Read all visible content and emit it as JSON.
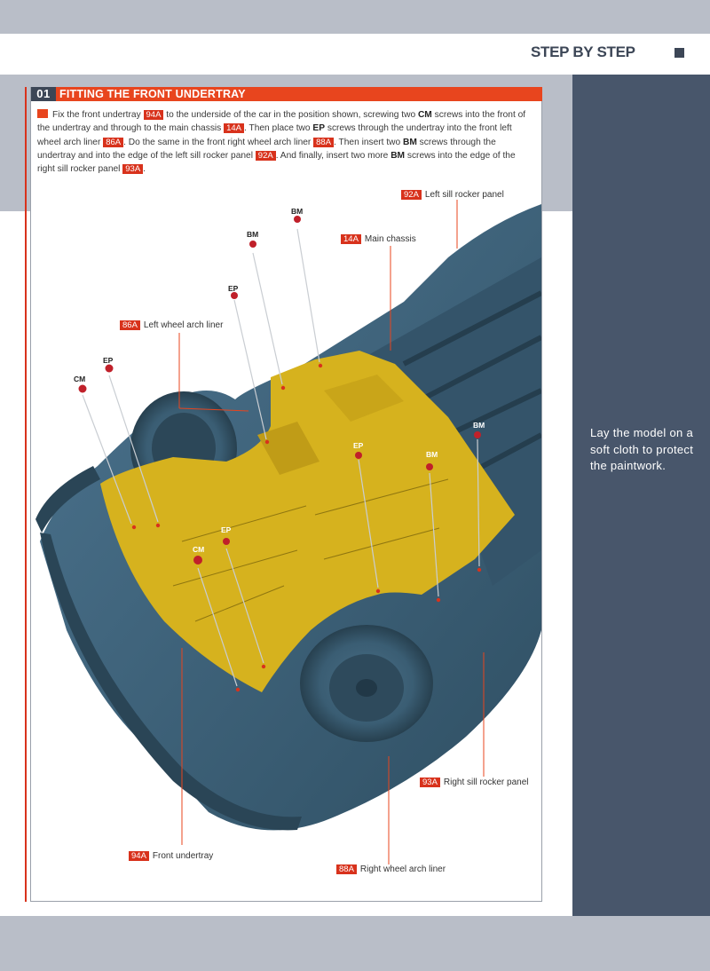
{
  "header": {
    "title": "STEP BY STEP"
  },
  "step": {
    "number": "01",
    "title": "FITTING THE FRONT UNDERTRAY",
    "instructions": [
      {
        "t": "Fix the front undertray "
      },
      {
        "tag": "94A"
      },
      {
        "t": " to the underside of the car in the position shown, screwing two "
      },
      {
        "b": "CM"
      },
      {
        "t": " screws into the front of the undertray and through to the main chassis "
      },
      {
        "tag": "14A"
      },
      {
        "t": ". Then place two "
      },
      {
        "b": "EP"
      },
      {
        "t": " screws through the undertray into the front left wheel arch liner "
      },
      {
        "tag": "86A"
      },
      {
        "t": ". Do the same in the front right wheel arch liner "
      },
      {
        "tag": "88A"
      },
      {
        "t": ". Then insert two "
      },
      {
        "b": "BM"
      },
      {
        "t": " screws through the undertray and into the edge of the left sill rocker panel "
      },
      {
        "tag": "92A"
      },
      {
        "t": ". And finally, insert two more "
      },
      {
        "b": "BM"
      },
      {
        "t": " screws into the edge of the right sill rocker panel "
      },
      {
        "tag": "93A"
      },
      {
        "t": "."
      }
    ]
  },
  "parts": {
    "left_sill": {
      "code": "92A",
      "name": "Left sill rocker panel"
    },
    "main_chassis": {
      "code": "14A",
      "name": "Main chassis"
    },
    "left_arch": {
      "code": "86A",
      "name": "Left wheel arch liner"
    },
    "right_sill": {
      "code": "93A",
      "name": "Right sill rocker panel"
    },
    "undertray": {
      "code": "94A",
      "name": "Front undertray"
    },
    "right_arch": {
      "code": "88A",
      "name": "Right wheel arch liner"
    }
  },
  "screws": {
    "bm_top_right": "BM",
    "bm_top_left": "BM",
    "ep_top": "EP",
    "ep_left": "EP",
    "cm_left": "CM",
    "ep_mid_right": "EP",
    "bm_mid_right": "BM",
    "bm_far_right": "BM",
    "ep_center": "EP",
    "cm_center": "CM"
  },
  "sidebar": {
    "tip": "Lay the model on a soft cloth to protect the paintwork."
  },
  "colors": {
    "accent": "#e8451e",
    "sidebar": "#48566b",
    "car_body": "#3e6279",
    "undertray": "#d6b21e"
  }
}
